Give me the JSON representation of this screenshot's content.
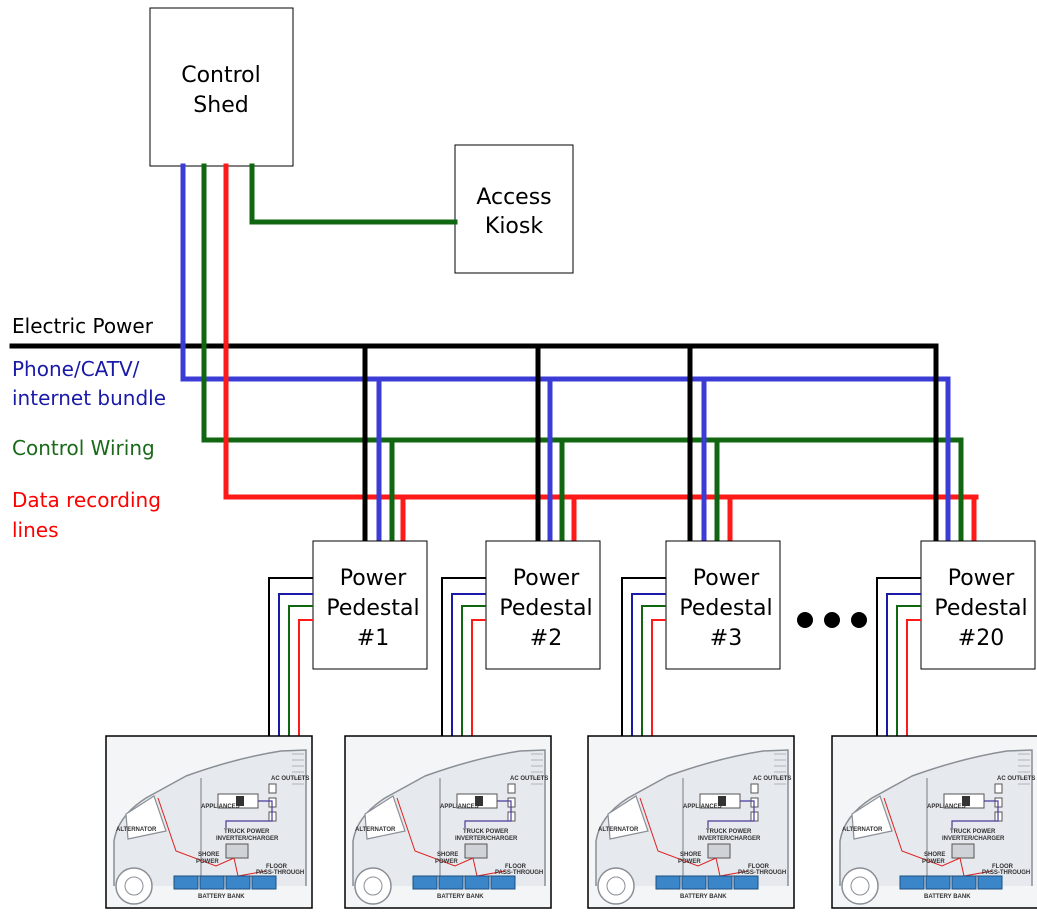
{
  "boxes": {
    "control_shed": [
      "Control",
      "Shed"
    ],
    "access_kiosk": [
      "Access",
      "Kiosk"
    ]
  },
  "pedestals": [
    {
      "line1": "Power",
      "line2": "Pedestal",
      "number": "#1"
    },
    {
      "line1": "Power",
      "line2": "Pedestal",
      "number": "#2"
    },
    {
      "line1": "Power",
      "line2": "Pedestal",
      "number": "#3"
    },
    {
      "line1": "Power",
      "line2": "Pedestal",
      "number": "#20"
    }
  ],
  "legend": [
    {
      "lines": [
        "Electric Power"
      ],
      "color": "#000000"
    },
    {
      "lines": [
        "Phone/CATV/",
        "internet bundle"
      ],
      "color": "#1a1aa8"
    },
    {
      "lines": [
        "Control Wiring"
      ],
      "color": "#1a6a1a"
    },
    {
      "lines": [
        "Data recording",
        "lines"
      ],
      "color": "#ff0000"
    }
  ],
  "wire_colors": {
    "power": "#000000",
    "phone": "#3b3bd6",
    "control": "#116611",
    "data": "#ff1a1a"
  },
  "ellipsis": "dots-icon",
  "truck_diagram": {
    "ac_outlets": "AC OUTLETS",
    "appliances": "APPLIANCES",
    "inverter": [
      "TRUCK POWER",
      "INVERTER/CHARGER"
    ],
    "alternator": "ALTERNATOR",
    "shore_power": [
      "SHORE",
      "POWER"
    ],
    "floor": [
      "FLOOR",
      "PASS-THROUGH"
    ],
    "battery_bank": "BATTERY BANK"
  }
}
